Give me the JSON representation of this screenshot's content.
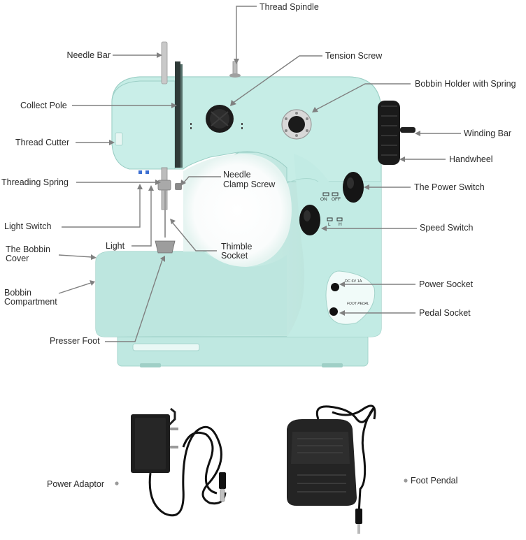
{
  "labels": {
    "thread_spindle": "Thread Spindle",
    "needle_bar": "Needle Bar",
    "tension_screw": "Tension Screw",
    "bobbin_holder": "Bobbin Holder with Spring",
    "collect_pole": "Collect Pole",
    "winding_bar": "Winding Bar",
    "thread_cutter": "Thread Cutter",
    "handwheel": "Handwheel",
    "threading_spring": "Threading Spring",
    "needle_clamp_screw": [
      "Needle",
      "Clamp Screw"
    ],
    "power_switch": "The Power Switch",
    "light_switch": "Light Switch",
    "speed_switch": "Speed Switch",
    "light": "Light",
    "bobbin_cover": [
      "The Bobbin",
      "Cover"
    ],
    "thimble_socket": [
      "Thimble",
      "Socket"
    ],
    "bobbin_compartment": [
      "Bobbin",
      "Compartment"
    ],
    "power_socket": "Power Socket",
    "pedal_socket": "Pedal Socket",
    "presser_foot": "Presser Foot",
    "power_adaptor": "Power Adaptor",
    "foot_pendal": "Foot Pendal"
  },
  "machine_markings": {
    "on": "ON",
    "off": "OFF",
    "low": "L",
    "high": "H",
    "dc_rating": "DC 6V 1A",
    "foot_pedal": "FOOT PEDAL"
  },
  "colors": {
    "body": "#c4ebe4",
    "body_shade": "#a9dbd2",
    "leader_line": "#808080",
    "knob": "#1c1c1c"
  }
}
